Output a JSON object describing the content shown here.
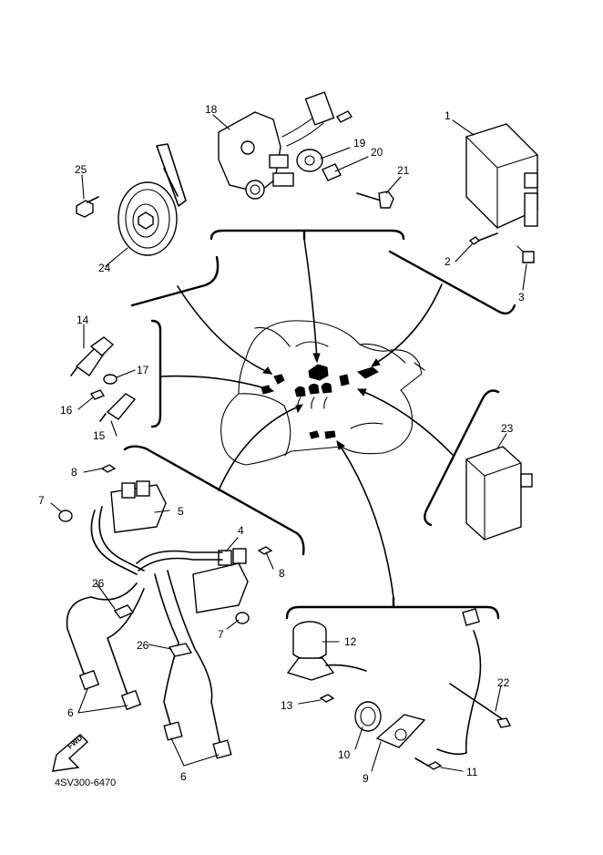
{
  "diagram": {
    "drawing_code": "4SV300-6470",
    "fwd_label": "FWD",
    "callouts": {
      "c1": "1",
      "c2": "2",
      "c3": "3",
      "c4": "4",
      "c5": "5",
      "c6a": "6",
      "c6b": "6",
      "c7a": "7",
      "c7b": "7",
      "c8a": "8",
      "c8b": "8",
      "c9": "9",
      "c10": "10",
      "c11": "11",
      "c12": "12",
      "c13": "13",
      "c14": "14",
      "c15": "15",
      "c16": "16",
      "c17": "17",
      "c18": "18",
      "c19": "19",
      "c20": "20",
      "c21": "21",
      "c22": "22",
      "c23": "23",
      "c24": "24",
      "c25": "25",
      "c26a": "26",
      "c26b": "26"
    }
  }
}
